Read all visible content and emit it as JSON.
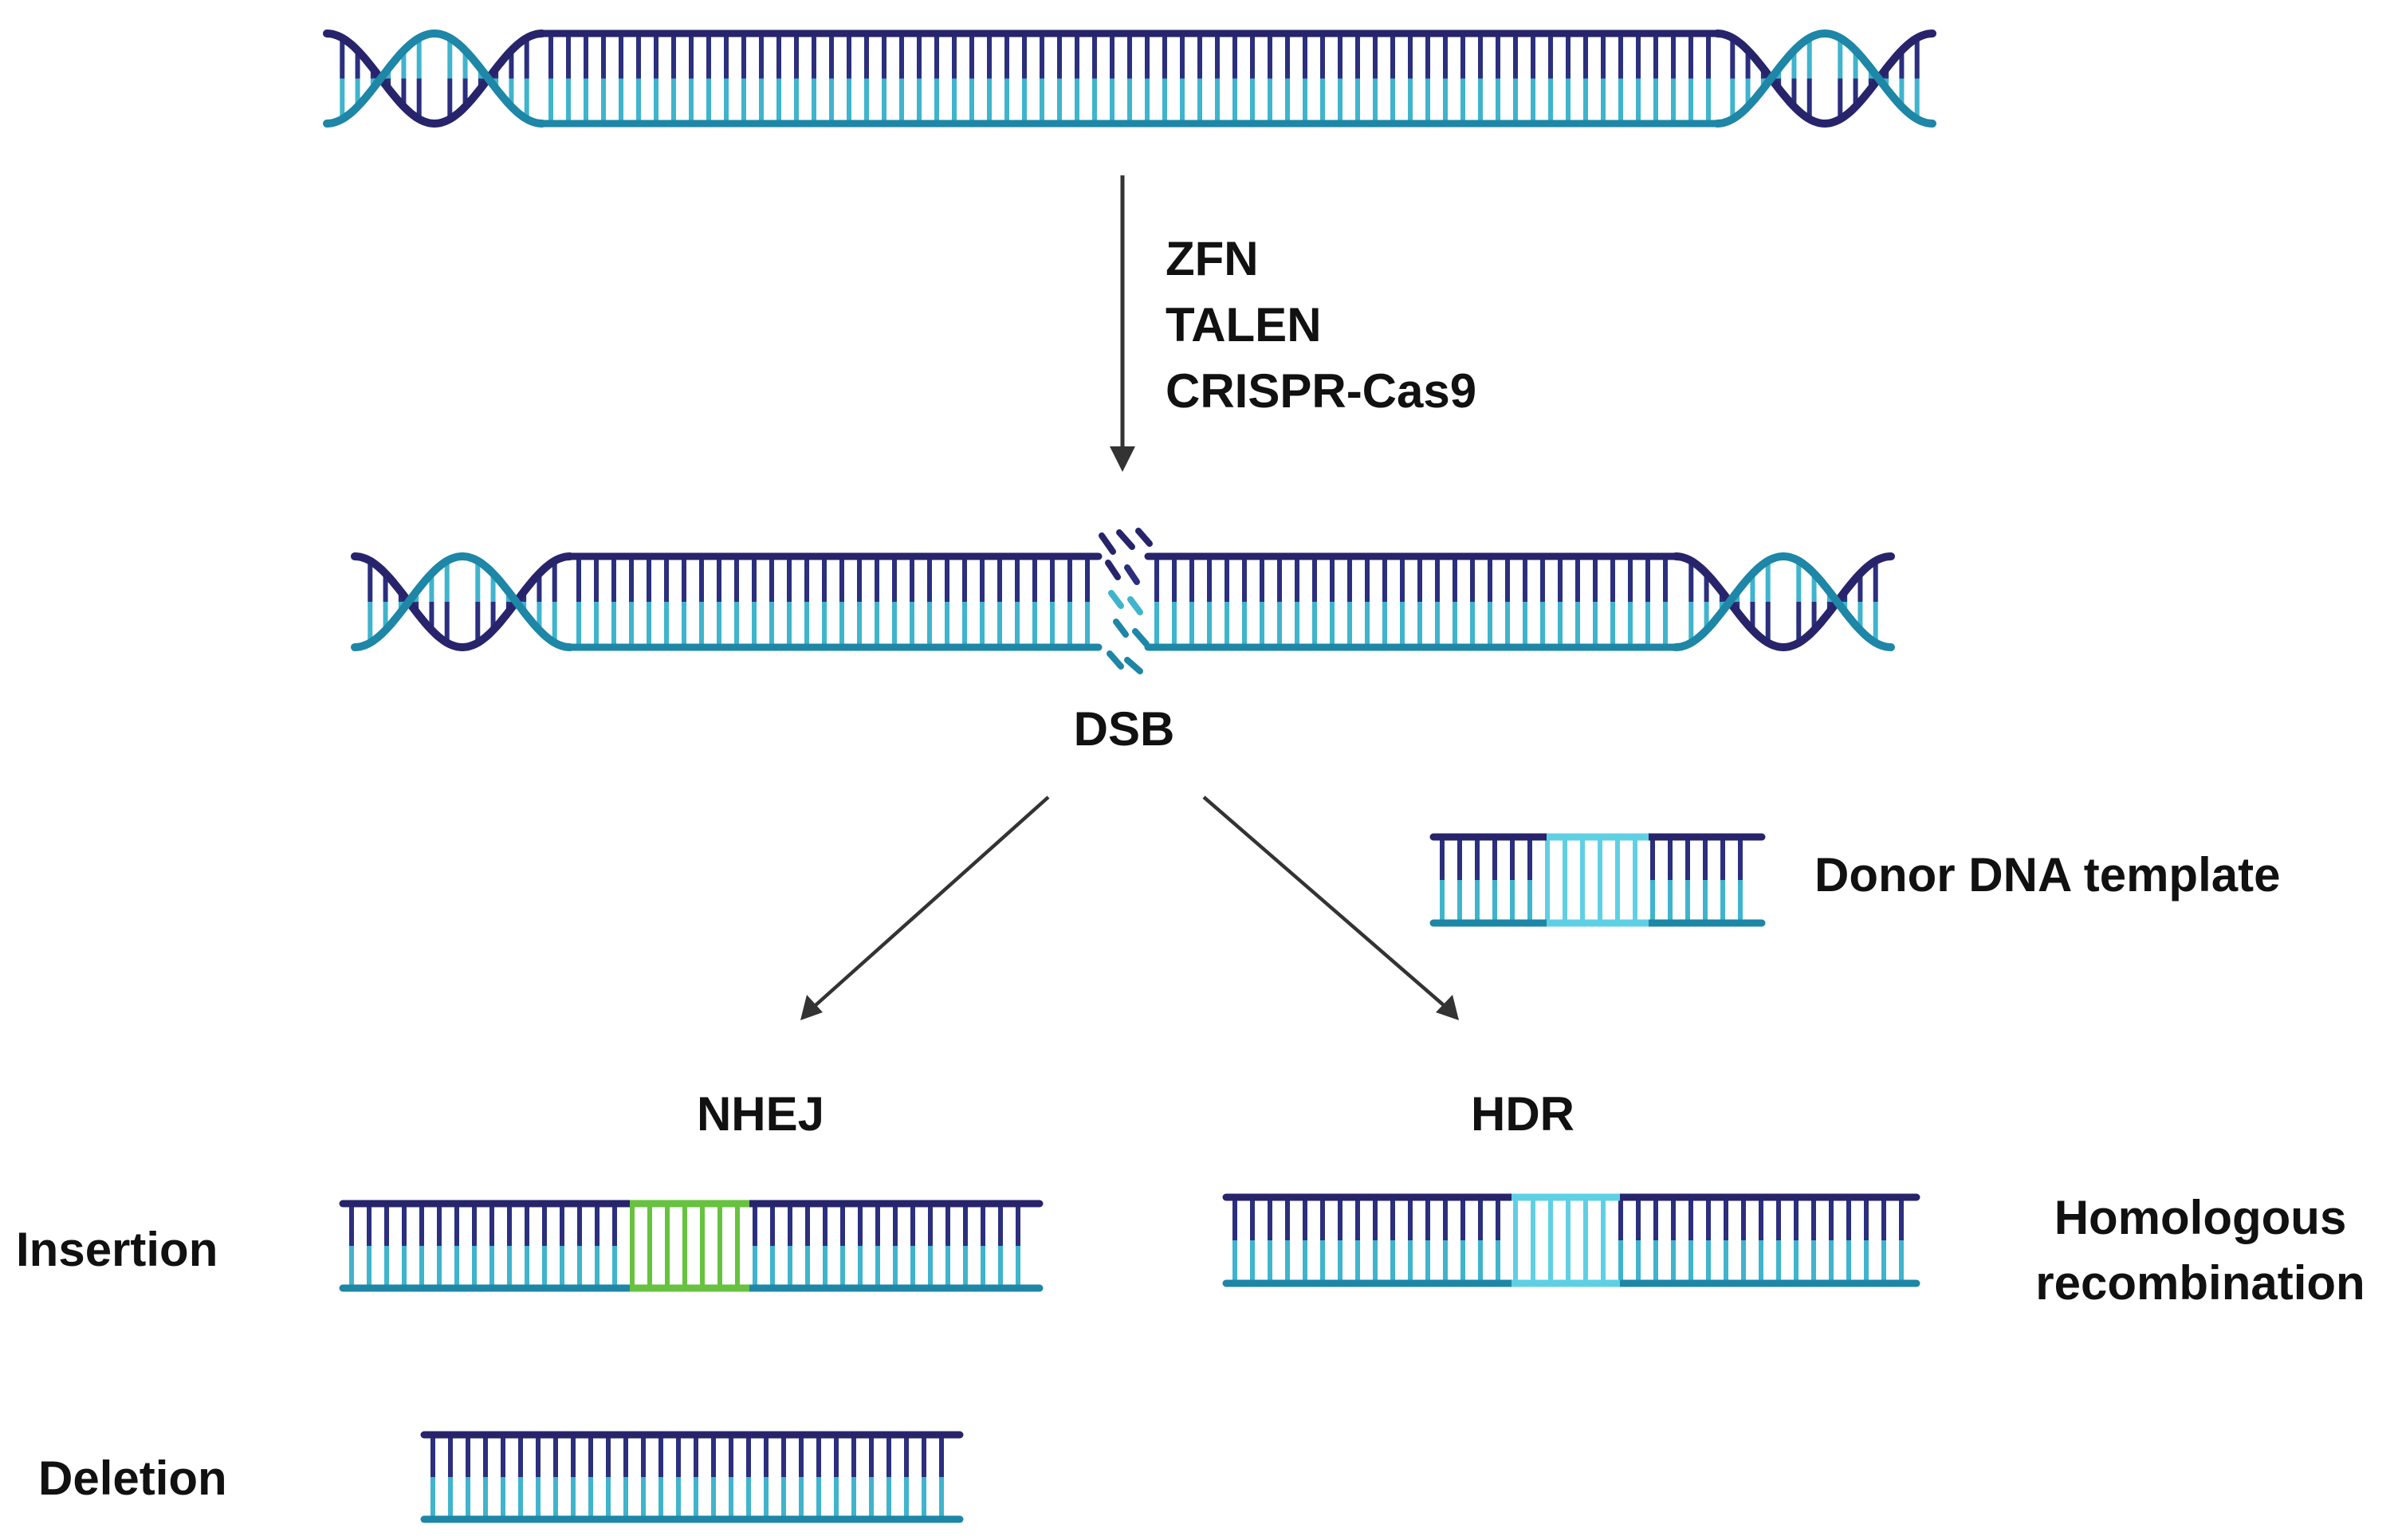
{
  "colors": {
    "strand_dark": "#27246b",
    "strand_teal": "#1e86a6",
    "rung_dark": "#2b2f7e",
    "rung_light": "#40b4cc",
    "insertion_green": "#67c23f",
    "donor_cyan": "#5fd0e4",
    "arrow": "#333333",
    "text": "#111111"
  },
  "labels": {
    "nucleases": [
      "ZFN",
      "TALEN",
      "CRISPR-Cas9"
    ],
    "dsb": "DSB",
    "donor": "Donor DNA template",
    "nhej": "NHEJ",
    "hdr": "HDR",
    "insertion": "Insertion",
    "deletion": "Deletion",
    "homologous": [
      "Homologous",
      "recombination"
    ]
  },
  "icons": {
    "dna_helix": "dna-double-helix-icon",
    "dna_ladder": "dna-ladder-icon",
    "break": "double-strand-break-icon",
    "arrow": "arrow-icon"
  }
}
